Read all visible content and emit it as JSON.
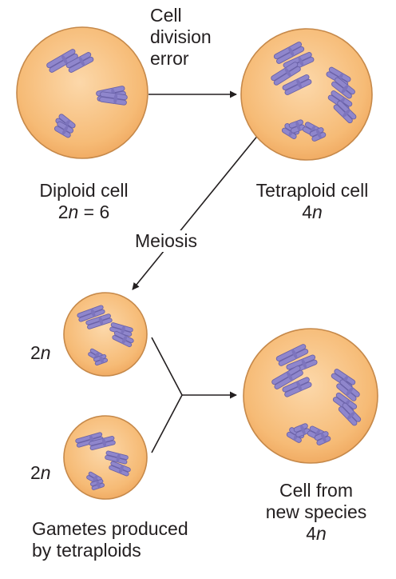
{
  "arrow_label": [
    "Cell",
    "division",
    "error"
  ],
  "diploid": {
    "name": "Diploid cell",
    "n_prefix": "2",
    "n_var": "n",
    "n_suffix": " = 6"
  },
  "tetraploid": {
    "name": "Tetraploid cell",
    "n_prefix": "4",
    "n_var": "n"
  },
  "meiosis_label": "Meiosis",
  "gamete_ploidy": {
    "prefix": "2",
    "var": "n"
  },
  "gametes_label": [
    "Gametes produced",
    "by tetraploids"
  ],
  "new_species": {
    "lines": [
      "Cell from",
      "new species"
    ],
    "n_prefix": "4",
    "n_var": "n"
  },
  "colors": {
    "cell_fill": "#f7bd78",
    "cell_center": "#fcd7a8",
    "cell_edge": "#c6894a",
    "chromosome": "#8f86cc",
    "chromosome_edge": "#6a62a8",
    "arrow": "#231f20",
    "text": "#231f20"
  }
}
